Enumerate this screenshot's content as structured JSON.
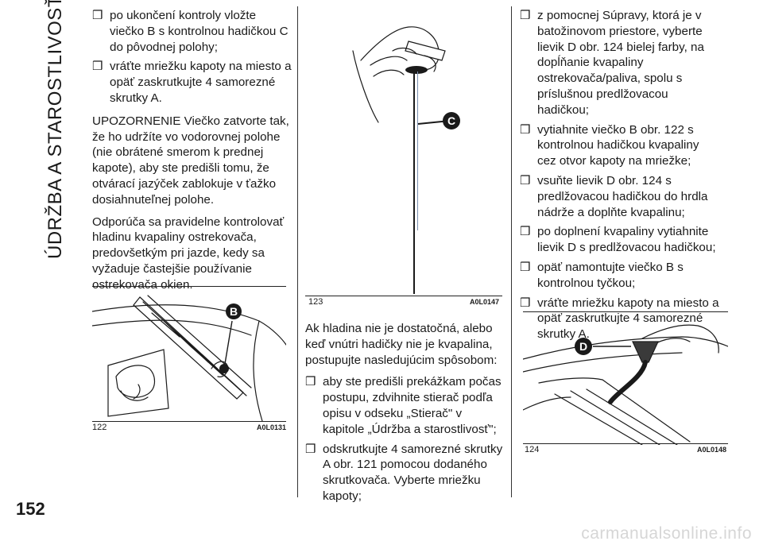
{
  "section_title": "ÚDRŽBA A STAROSTLIVOSŤ",
  "page_number": "152",
  "bullet_glyph": "❒",
  "column1": {
    "bullets": [
      "po ukončení kontroly vložte viečko B s kontrolnou hadičkou C do pôvodnej polohy;",
      "vráťte mriežku kapoty na miesto a opäť zaskrutkujte 4 samorezné skrutky A."
    ],
    "paragraphs": [
      "UPOZORNENIE Viečko zatvorte tak, že ho udržíte vo vodorovnej polohe (nie obrátené smerom k prednej kapote), aby ste predišli tomu, že otvárací jazýček zablokuje v ťažko dosiahnuteľnej polohe.",
      "Odporúča sa pravidelne kontrolovať hladinu kvapaliny ostrekovača, predovšetkým pri jazde, kedy sa vyžaduje častejšie používanie ostrekovača okien."
    ]
  },
  "column2": {
    "intro": "Ak hladina nie je dostatočná, alebo keď vnútri hadičky nie je kvapalina, postupujte nasledujúcim spôsobom:",
    "bullets": [
      "aby ste predišli prekážkam počas postupu, zdvihnite stierač podľa opisu v odseku „Stierač\" v kapitole „Údržba a starostlivosť\";",
      "odskrutkujte 4 samorezné skrutky A obr. 121 pomocou dodaného skrutkovača. Vyberte mriežku kapoty;"
    ]
  },
  "column3": {
    "bullets": [
      "z pomocnej Súpravy, ktorá je v batožinovom priestore, vyberte lievik D obr. 124 bielej farby, na dopĺňanie kvapaliny ostrekovača/paliva, spolu s príslušnou predlžovacou hadičkou;",
      "vytiahnite viečko B obr. 122 s kontrolnou hadičkou kvapaliny cez otvor kapoty na mriežke;",
      "vsuňte lievik D obr. 124 s predlžovacou hadičkou do hrdla nádrže a doplňte kvapalinu;",
      "po doplnení kvapaliny vytiahnite lievik D s predlžovacou hadičkou;",
      "opäť namontujte viečko B s kontrolnou tyčkou;",
      "vráťte mriežku kapoty na miesto a opäť zaskrutkujte 4 samorezné skrutky A."
    ]
  },
  "figures": [
    {
      "number": "122",
      "code": "A0L0131",
      "label": "B"
    },
    {
      "number": "123",
      "code": "A0L0147",
      "label": "C"
    },
    {
      "number": "124",
      "code": "A0L0148",
      "label": "D"
    }
  ],
  "watermark": "carmanualsonline.info",
  "colors": {
    "text": "#1a1a1a",
    "rule": "#222222",
    "watermark": "#d6d6d6"
  }
}
